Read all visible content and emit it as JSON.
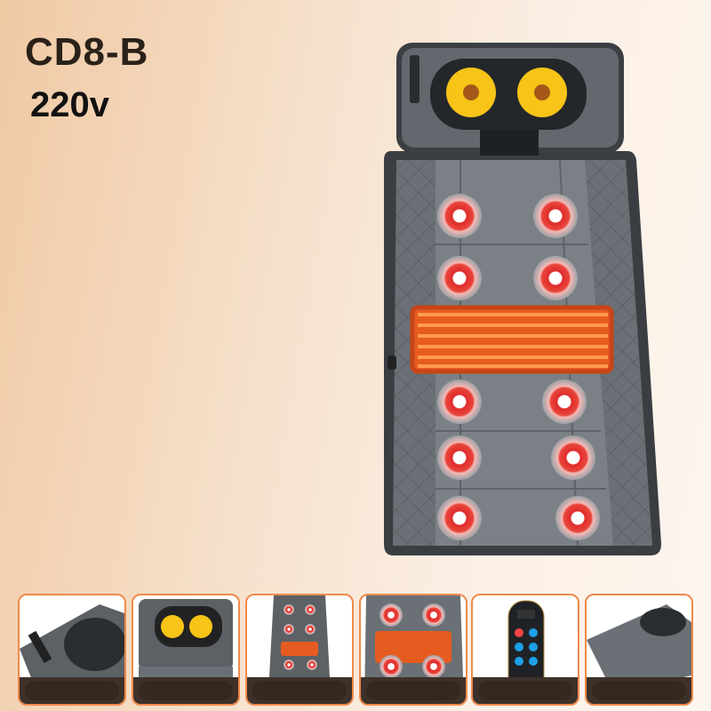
{
  "product": {
    "model": "CD8-B",
    "voltage": "220v"
  },
  "colors": {
    "accent_border": "#f08a4b",
    "mat_gray": "#5c6166",
    "heat_orange": "#f26a2a",
    "node_red": "#e02b2b"
  },
  "thumbnails": [
    {
      "name": "control-panel-closeup"
    },
    {
      "name": "head-massager-view"
    },
    {
      "name": "full-mat-view"
    },
    {
      "name": "heating-pad-view"
    },
    {
      "name": "remote-control-view"
    },
    {
      "name": "angled-mat-view"
    }
  ]
}
